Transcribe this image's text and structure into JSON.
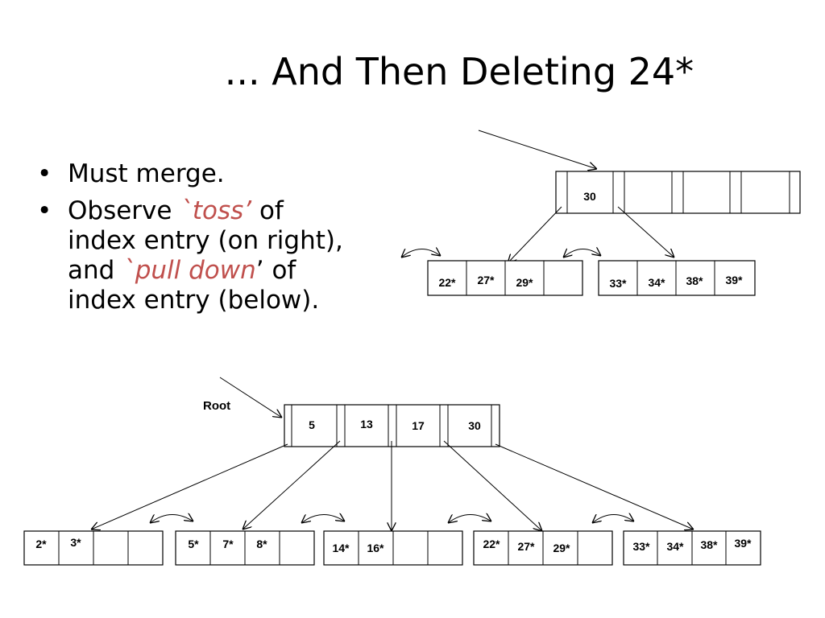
{
  "slide": {
    "title": "... And Then Deleting 24*",
    "bullets": [
      {
        "text": "Must merge."
      },
      {
        "line1_before": "Observe ",
        "line1_accent": "`toss’",
        "line1_after": " of",
        "line2": "index entry (on right),",
        "line3_before": "and ",
        "line3_accent": "`pull down",
        "line3_after": "’ of",
        "line4": "index entry (below)."
      }
    ]
  },
  "accent_color": "#c0504d",
  "right_tree": {
    "root_keys": [
      "30",
      "",
      "",
      ""
    ],
    "leaves": [
      {
        "entries": [
          "22*",
          "27*",
          "29*",
          ""
        ]
      },
      {
        "entries": [
          "33*",
          "34*",
          "38*",
          "39*"
        ]
      }
    ]
  },
  "bottom_tree": {
    "root_label": "Root",
    "root_keys": [
      "5",
      "13",
      "17",
      "30"
    ],
    "leaves": [
      {
        "entries": [
          "2*",
          "3*",
          "",
          ""
        ]
      },
      {
        "entries": [
          "5*",
          "7*",
          "8*",
          ""
        ]
      },
      {
        "entries": [
          "14*",
          "16*",
          "",
          ""
        ]
      },
      {
        "entries": [
          "22*",
          "27*",
          "29*",
          ""
        ]
      },
      {
        "entries": [
          "33*",
          "34*",
          "38*",
          "39*"
        ]
      }
    ]
  }
}
